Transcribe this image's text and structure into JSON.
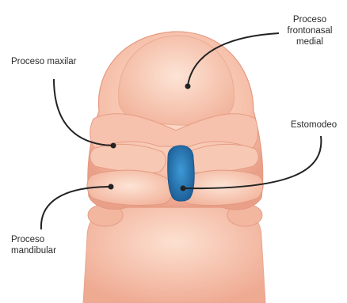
{
  "labels": {
    "frontonasal": "Proceso\nfrontonasal\nmedial",
    "maxilar": "Proceso maxilar",
    "estomodeo": "Estomodeo",
    "mandibular": "Proceso\nmandibular"
  },
  "colors": {
    "skin_light": "#fbd8c6",
    "skin_mid": "#f4b69e",
    "skin_dark": "#e59a82",
    "stomodeum": "#2f86c6",
    "stomodeum_dark": "#1d5f99",
    "leader": "#222222"
  }
}
